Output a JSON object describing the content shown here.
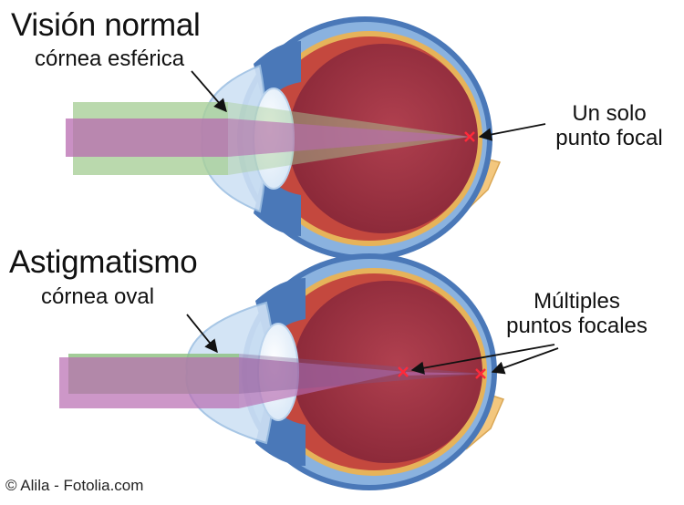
{
  "top": {
    "title": "Visión normal",
    "cornea_label": "córnea esférica",
    "focus_label_line1": "Un solo",
    "focus_label_line2": "punto focal"
  },
  "bottom": {
    "title": "Astigmatismo",
    "cornea_label": "córnea oval",
    "focus_label_line1": "Múltiples",
    "focus_label_line2": "puntos focales"
  },
  "credit": "© Alila - Fotolia.com",
  "colors": {
    "sclera_outer": "#8ab2df",
    "sclera_inner": "#4a78b8",
    "choroid": "#c4483e",
    "retina": "#e6b35a",
    "vitreous": "#9e3242",
    "lens": "#eef4fb",
    "cornea": "#cfe2f5",
    "green_beam": "#a9cf99",
    "purple_beam": "#b86bb0",
    "focal_point": "#ff2a3a",
    "optic_nerve": "#f3c77e"
  }
}
